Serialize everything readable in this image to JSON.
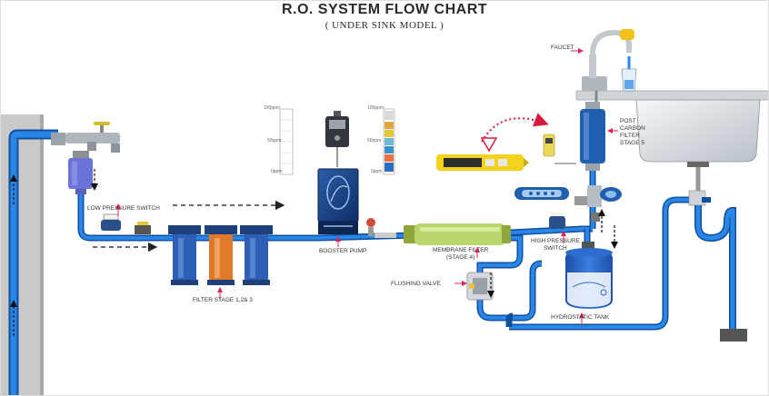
{
  "title": "R.O. SYSTEM FLOW CHART",
  "subtitle": "( UNDER SINK MODEL )",
  "labels": {
    "faucet": "FAUCET",
    "post_carbon_filter": [
      "POST",
      "CARBON",
      "FILTER",
      "STAGE 5"
    ],
    "low_pressure_switch": "LOW PRESSURE SWITCH",
    "booster_pump": "BOOSTER PUMP",
    "membrane_filter": [
      "MEMBRANE FILTER",
      "(STAGE 4)"
    ],
    "high_pressure_switch": [
      "HIGH PRESSURE",
      "SWITCH"
    ],
    "flushing_valve": "FLUSHING VALVE",
    "filter_stage": "FILTER STAGE 1,2& 3",
    "hydrostatic_tank": "HYDROSTATIC TANK"
  },
  "gauge_ticks": {
    "left": [
      "100ppm",
      "50ppm",
      "0ppm"
    ],
    "right": [
      "100ppm",
      "50ppm",
      "0ppm"
    ]
  },
  "colors": {
    "pipe": "#1e74d4",
    "pipe_dark": "#0f4f9e",
    "housing": "#1f5fb0",
    "orange_filter": "#e07a2a",
    "membrane": "#b8d46a",
    "tds_meter": "#f2d21a",
    "pointer": "#e0245a"
  }
}
